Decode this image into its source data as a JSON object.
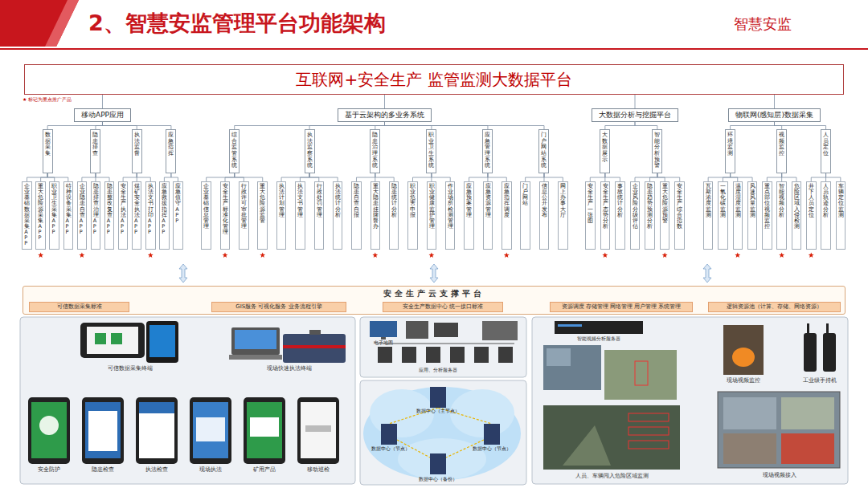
{
  "diagram": {
    "title": "2、智慧安监管理平台功能架构",
    "nodes": [
      {
        "text": [
          "互联网+安全生产 监管监测大数据平台"
        ]
      },
      {
        "text": [
          "移动APP应用"
        ]
      },
      {
        "text": [
          "基于云架构的多业务系统"
        ]
      },
      {
        "text": [
          "大数据分析与挖掘平台"
        ]
      },
      {
        "text": [
          "物联网(感知层)数据采集"
        ]
      },
      {
        "text": [
          "数据采集"
        ]
      },
      {
        "text": [
          "隐患排查"
        ]
      },
      {
        "text": [
          "执法监督"
        ]
      },
      {
        "text": [
          "应急指挥"
        ]
      },
      {
        "text": [
          "综合监管系统"
        ]
      },
      {
        "text": [
          "执法监察系统"
        ]
      },
      {
        "text": [
          "隐患治理系统"
        ]
      },
      {
        "text": [
          "职业卫生系统"
        ]
      },
      {
        "text": [
          "应急管理系统"
        ]
      },
      {
        "text": [
          "门户网站系统"
        ]
      },
      {
        "text": [
          "大数据展示"
        ]
      },
      {
        "text": [
          "智能分析预警"
        ]
      },
      {
        "text": [
          "环境监测"
        ]
      },
      {
        "text": [
          "视频监控"
        ]
      },
      {
        "text": [
          "人员定位"
        ]
      },
      {
        "text": [
          "企业基础数据采集APP"
        ]
      },
      {
        "text": [
          "重大危险源采集APP"
        ]
      },
      {
        "text": [
          "职业卫生采集APP"
        ]
      },
      {
        "text": [
          "特种设备采集APP"
        ]
      },
      {
        "text": [
          "企业隐患自查APP"
        ]
      },
      {
        "text": [
          "隐患排查治理APP"
        ]
      },
      {
        "text": [
          "隐患整改复查APP"
        ]
      },
      {
        "text": [
          "安全生产执法APP"
        ]
      },
      {
        "text": [
          "煤矿安全执法APP"
        ]
      },
      {
        "text": [
          "执法文书打印APP"
        ]
      },
      {
        "text": [
          "应急救援指挥APP"
        ]
      },
      {
        "text": [
          "应急值守APP"
        ]
      },
      {
        "text": [
          "企业基础信息管理"
        ]
      },
      {
        "text": [
          "安全生产标准化管理"
        ]
      },
      {
        "text": [
          "行政许可审批管理"
        ]
      },
      {
        "text": [
          "重大危险源监管"
        ]
      },
      {
        "text": [
          "执法计划管理"
        ]
      },
      {
        "text": [
          "执法文书管理"
        ]
      },
      {
        "text": [
          "行政处罚管理"
        ]
      },
      {
        "text": [
          "执法统计分析"
        ]
      },
      {
        "text": [
          "隐患自查自报"
        ]
      },
      {
        "text": [
          "重大隐患挂牌督办"
        ]
      },
      {
        "text": [
          "隐患统计分析"
        ]
      },
      {
        "text": [
          "职业危害申报"
        ]
      },
      {
        "text": [
          "职业健康监护管理"
        ]
      },
      {
        "text": [
          "作业场所检测管理"
        ]
      },
      {
        "text": [
          "应急预案管理"
        ]
      },
      {
        "text": [
          "应急资源管理"
        ]
      },
      {
        "text": [
          "应急指挥调度"
        ]
      },
      {
        "text": [
          "门户网站"
        ]
      },
      {
        "text": [
          "信息公开发布"
        ]
      },
      {
        "text": [
          "网上办事大厅"
        ]
      },
      {
        "text": [
          "安全生产一张图"
        ]
      },
      {
        "text": [
          "安全生产态势分析"
        ]
      },
      {
        "text": [
          "事故统计分析"
        ]
      },
      {
        "text": [
          "企业风险分级评估"
        ]
      },
      {
        "text": [
          "隐患趋势预测分析"
        ]
      },
      {
        "text": [
          "重大危险源预警"
        ]
      },
      {
        "text": [
          "安全生产综合指数"
        ]
      },
      {
        "text": [
          "瓦斯浓度监测"
        ]
      },
      {
        "text": [
          "一氧化碳监测"
        ]
      },
      {
        "text": [
          "温度湿度监测"
        ]
      },
      {
        "text": [
          "风速风量监测"
        ]
      },
      {
        "text": [
          "重点部位视频监控"
        ]
      },
      {
        "text": [
          "智能视频分析"
        ]
      },
      {
        "text": [
          "危险区域入侵检测"
        ]
      },
      {
        "text": [
          "井下人员定位"
        ]
      },
      {
        "text": [
          "人员轨迹分析"
        ]
      },
      {
        "text": [
          "车辆定位监测"
        ]
      },
      {
        "text": [
          "安全生产云支撑平台"
        ]
      },
      {
        "text": [
          "可信数据采集标准"
        ],
        "in": 69
      },
      {
        "text": [
          "GIS服务 可视化服务 业务流程引擎"
        ],
        "in": 69
      },
      {
        "text": [
          "安全生产数据中心 统一接口标准"
        ],
        "in": 69
      },
      {
        "text": [
          "资源调度 存储管理 网络管理 用户管理 系统管理"
        ],
        "in": 69
      },
      {
        "text": [
          "逻辑资源池（计算、存储、网络资源）"
        ],
        "in": 69
      }
    ],
    "edges": [
      {
        "from": 0,
        "to": 1,
        "arrow": "none"
      },
      {
        "from": 0,
        "to": 2,
        "arrow": "none"
      },
      {
        "from": 0,
        "to": 3,
        "arrow": "none"
      },
      {
        "from": 0,
        "to": 4,
        "arrow": "none"
      },
      {
        "from": 1,
        "to": 5,
        "arrow": "none"
      },
      {
        "from": 1,
        "to": 6,
        "arrow": "none"
      },
      {
        "from": 1,
        "to": 7,
        "arrow": "none"
      },
      {
        "from": 1,
        "to": 8,
        "arrow": "none"
      },
      {
        "from": 2,
        "to": 9,
        "arrow": "none"
      },
      {
        "from": 2,
        "to": 10,
        "arrow": "none"
      },
      {
        "from": 2,
        "to": 11,
        "arrow": "none"
      },
      {
        "from": 2,
        "to": 12,
        "arrow": "none"
      },
      {
        "from": 2,
        "to": 13,
        "arrow": "none"
      },
      {
        "from": 2,
        "to": 14,
        "arrow": "none"
      },
      {
        "from": 3,
        "to": 15,
        "arrow": "none"
      },
      {
        "from": 3,
        "to": 16,
        "arrow": "none"
      },
      {
        "from": 4,
        "to": 17,
        "arrow": "none"
      },
      {
        "from": 4,
        "to": 18,
        "arrow": "none"
      },
      {
        "from": 4,
        "to": 19,
        "arrow": "none"
      },
      {
        "from": 5,
        "to": 20,
        "arrow": "none"
      },
      {
        "from": 5,
        "to": 21,
        "arrow": "none"
      },
      {
        "from": 5,
        "to": 22,
        "arrow": "none"
      },
      {
        "from": 5,
        "to": 23,
        "arrow": "none"
      },
      {
        "from": 6,
        "to": 24,
        "arrow": "none"
      },
      {
        "from": 6,
        "to": 25,
        "arrow": "none"
      },
      {
        "from": 6,
        "to": 26,
        "arrow": "none"
      },
      {
        "from": 7,
        "to": 27,
        "arrow": "none"
      },
      {
        "from": 7,
        "to": 28,
        "arrow": "none"
      },
      {
        "from": 7,
        "to": 29,
        "arrow": "none"
      },
      {
        "from": 8,
        "to": 30,
        "arrow": "none"
      },
      {
        "from": 8,
        "to": 31,
        "arrow": "none"
      },
      {
        "from": 9,
        "to": 32,
        "arrow": "none"
      },
      {
        "from": 9,
        "to": 33,
        "arrow": "none"
      },
      {
        "from": 9,
        "to": 34,
        "arrow": "none"
      },
      {
        "from": 9,
        "to": 35,
        "arrow": "none"
      },
      {
        "from": 10,
        "to": 36,
        "arrow": "none"
      },
      {
        "from": 10,
        "to": 37,
        "arrow": "none"
      },
      {
        "from": 10,
        "to": 38,
        "arrow": "none"
      },
      {
        "from": 10,
        "to": 39,
        "arrow": "none"
      },
      {
        "from": 11,
        "to": 40,
        "arrow": "none"
      },
      {
        "from": 11,
        "to": 41,
        "arrow": "none"
      },
      {
        "from": 11,
        "to": 42,
        "arrow": "none"
      },
      {
        "from": 12,
        "to": 43,
        "arrow": "none"
      },
      {
        "from": 12,
        "to": 44,
        "arrow": "none"
      },
      {
        "from": 12,
        "to": 45,
        "arrow": "none"
      },
      {
        "from": 13,
        "to": 46,
        "arrow": "none"
      },
      {
        "from": 13,
        "to": 47,
        "arrow": "none"
      },
      {
        "from": 13,
        "to": 48,
        "arrow": "none"
      },
      {
        "from": 14,
        "to": 49,
        "arrow": "none"
      },
      {
        "from": 14,
        "to": 50,
        "arrow": "none"
      },
      {
        "from": 14,
        "to": 51,
        "arrow": "none"
      },
      {
        "from": 15,
        "to": 52,
        "arrow": "none"
      },
      {
        "from": 15,
        "to": 53,
        "arrow": "none"
      },
      {
        "from": 15,
        "to": 54,
        "arrow": "none"
      },
      {
        "from": 16,
        "to": 55,
        "arrow": "none"
      },
      {
        "from": 16,
        "to": 56,
        "arrow": "none"
      },
      {
        "from": 16,
        "to": 57,
        "arrow": "none"
      },
      {
        "from": 16,
        "to": 58,
        "arrow": "none"
      },
      {
        "from": 17,
        "to": 59,
        "arrow": "none"
      },
      {
        "from": 17,
        "to": 60,
        "arrow": "none"
      },
      {
        "from": 17,
        "to": 61,
        "arrow": "none"
      },
      {
        "from": 17,
        "to": 62,
        "arrow": "none"
      },
      {
        "from": 18,
        "to": 63,
        "arrow": "none"
      },
      {
        "from": 18,
        "to": 64,
        "arrow": "none"
      },
      {
        "from": 18,
        "to": 65,
        "arrow": "none"
      },
      {
        "from": 19,
        "to": 66,
        "arrow": "none"
      },
      {
        "from": 19,
        "to": 67,
        "arrow": "none"
      },
      {
        "from": 19,
        "to": 68,
        "arrow": "none"
      }
    ],
    "labels": [
      "智慧安监",
      "★ 标记为重点推广产品",
      "可信数据采集终端",
      "现场快速执法终端",
      "安全防护",
      "隐患检查",
      "执法检查",
      "现场执法",
      "矿用产品",
      "移动巡检",
      "电子地图",
      "应用、分析服务器",
      "数据中心（主节点）",
      "数据中心（节点）",
      "数据中心（节点）",
      "数据中心（备份）",
      "智能视频分析服务器",
      "人员、车辆闯入危险区域监测",
      "现场视频监控",
      "工业级手持机",
      "现场视频接入"
    ]
  }
}
